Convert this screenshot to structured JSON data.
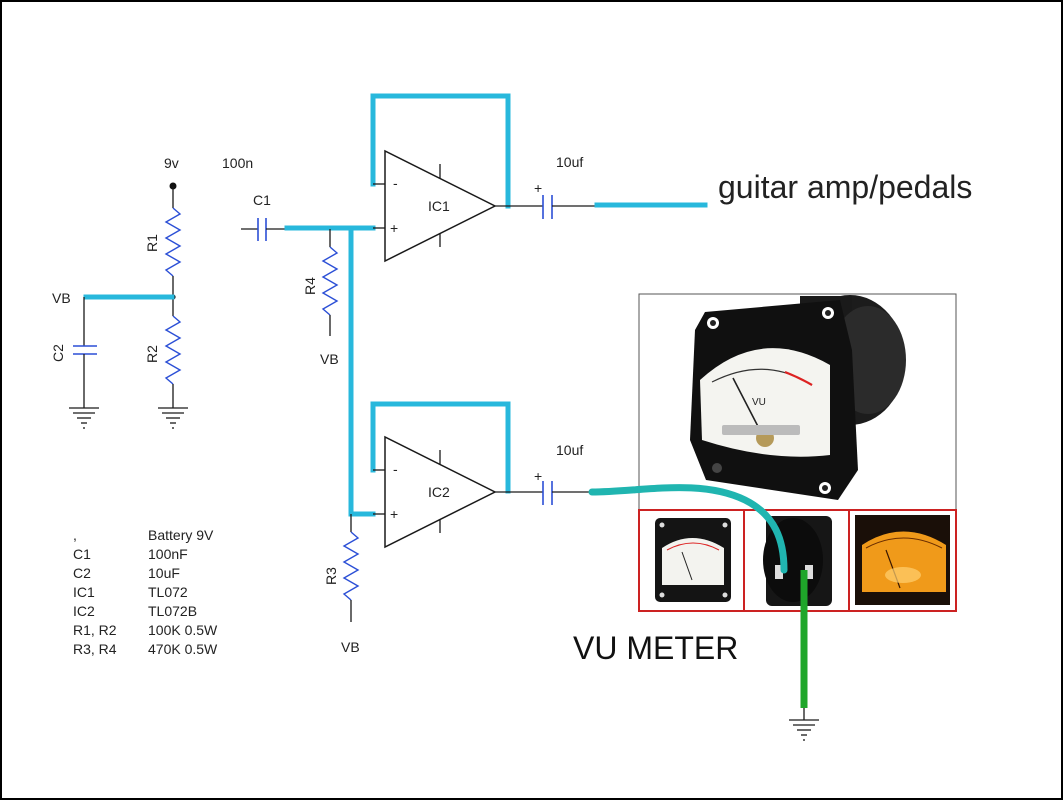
{
  "supply": {
    "vcc_label": "9v",
    "vb_label": "VB",
    "vb_r4_label": "VB",
    "vb_r3_label": "VB"
  },
  "components": {
    "r1": "R1",
    "r2": "R2",
    "r3": "R3",
    "r4": "R4",
    "c1": "C1",
    "c1_value": "100n",
    "c2": "C2",
    "ic1": "IC1",
    "ic2": "IC2",
    "out_cap1_value": "10uf",
    "out_cap2_value": "10uf",
    "minus": "-",
    "plus": "+",
    "cap_polarity": "+"
  },
  "labels": {
    "output": "guitar amp/pedals",
    "meter": "VU METER",
    "meter_face": "VU"
  },
  "bom": [
    {
      "ref": ",",
      "value": "Battery 9V"
    },
    {
      "ref": "C1",
      "value": "100nF"
    },
    {
      "ref": "C2",
      "value": "10uF"
    },
    {
      "ref": "IC1",
      "value": "TL072"
    },
    {
      "ref": "IC2",
      "value": "TL072B"
    },
    {
      "ref": "R1, R2",
      "value": "100K 0.5W"
    },
    {
      "ref": "R3, R4",
      "value": "470K 0.5W"
    }
  ],
  "colors": {
    "wire_highlight": "#28b8dc",
    "meter_lead": "#20b5b0",
    "ground_lead": "#1fa62a",
    "resistor": "#2b4fd6",
    "photo_frame": "#cc2222"
  }
}
